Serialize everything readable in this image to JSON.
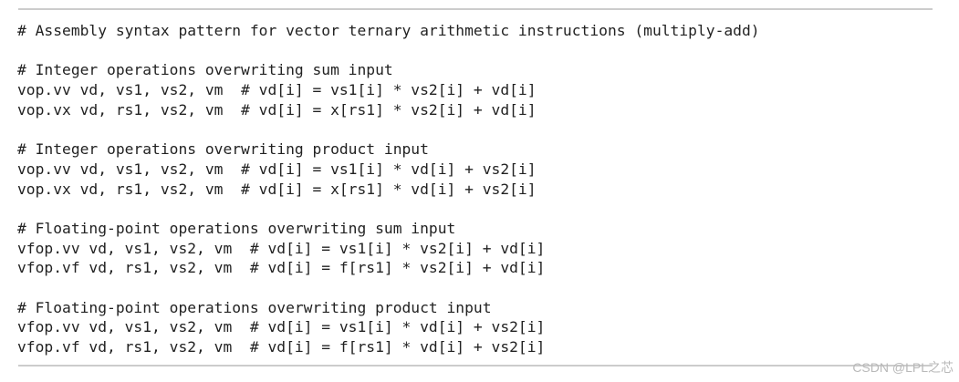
{
  "page": {
    "background_color": "#ffffff",
    "rule_color": "#cccccc"
  },
  "code_block": {
    "text_color": "#222222",
    "lines": [
      "# Assembly syntax pattern for vector ternary arithmetic instructions (multiply-add)",
      "",
      "# Integer operations overwriting sum input",
      "vop.vv vd, vs1, vs2, vm  # vd[i] = vs1[i] * vs2[i] + vd[i]",
      "vop.vx vd, rs1, vs2, vm  # vd[i] = x[rs1] * vs2[i] + vd[i]",
      "",
      "# Integer operations overwriting product input",
      "vop.vv vd, vs1, vs2, vm  # vd[i] = vs1[i] * vd[i] + vs2[i]",
      "vop.vx vd, rs1, vs2, vm  # vd[i] = x[rs1] * vd[i] + vs2[i]",
      "",
      "# Floating-point operations overwriting sum input",
      "vfop.vv vd, vs1, vs2, vm  # vd[i] = vs1[i] * vs2[i] + vd[i]",
      "vfop.vf vd, rs1, vs2, vm  # vd[i] = f[rs1] * vs2[i] + vd[i]",
      "",
      "# Floating-point operations overwriting product input",
      "vfop.vv vd, vs1, vs2, vm  # vd[i] = vs1[i] * vd[i] + vs2[i]",
      "vfop.vf vd, rs1, vs2, vm  # vd[i] = f[rs1] * vd[i] + vs2[i]"
    ]
  },
  "watermark": {
    "text": "CSDN @LPL之芯",
    "color": "#b9b9b9"
  }
}
